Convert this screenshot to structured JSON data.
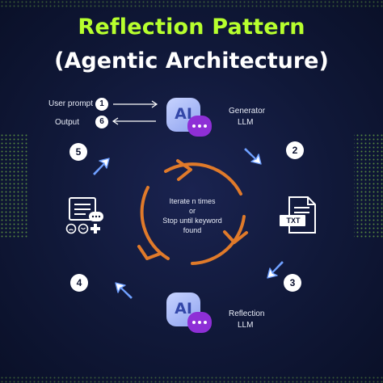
{
  "title": {
    "line1": "Reflection Pattern",
    "line2": "(Agentic Architecture)"
  },
  "io": {
    "user_prompt": "User prompt",
    "user_prompt_step": "1",
    "output": "Output",
    "output_step": "6"
  },
  "generator": {
    "icon_text": "AI",
    "label_line1": "Generator",
    "label_line2": "LLM"
  },
  "reflection": {
    "icon_text": "AI",
    "label_line1": "Reflection",
    "label_line2": "LLM"
  },
  "steps": {
    "s2": "2",
    "s3": "3",
    "s4": "4",
    "s5": "5"
  },
  "cycle": {
    "line1": "Iterate n times",
    "line2": "or",
    "line3": "Stop until keyword",
    "line4": "found"
  },
  "document": {
    "badge": "TXT"
  },
  "colors": {
    "title_accent": "#b7ff2e",
    "cycle_arrow": "#e07a2a",
    "chat_bubble": "#8e2fd6",
    "ai_icon": "#a9b8f6",
    "background": "#0b1230"
  },
  "icons": {
    "generator": "ai-chat-icon",
    "reflection": "ai-chat-icon",
    "output_doc": "txt-document-icon",
    "feedback": "feedback-form-icon"
  }
}
